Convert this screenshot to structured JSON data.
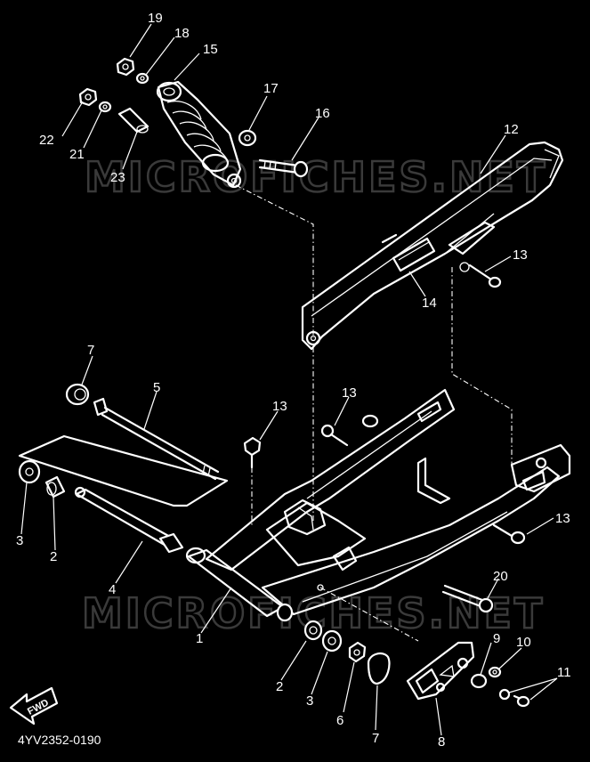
{
  "watermark_text": "MICROFICHES.NET",
  "reference_code": "4YV2352-0190",
  "fwd_label": "FWD",
  "callouts": {
    "c19": "19",
    "c18": "18",
    "c15": "15",
    "c22": "22",
    "c21": "21",
    "c17": "17",
    "c16": "16",
    "c23": "23",
    "c12": "12",
    "c13a": "13",
    "c14": "14",
    "c7a": "7",
    "c5": "5",
    "c13b": "13",
    "c13c": "13",
    "c3a": "3",
    "c2a": "2",
    "c4": "4",
    "c13d": "13",
    "c20": "20",
    "c1": "1",
    "c9": "9",
    "c10": "10",
    "c11": "11",
    "c2b": "2",
    "c3b": "3",
    "c6": "6",
    "c7b": "7",
    "c8": "8"
  }
}
